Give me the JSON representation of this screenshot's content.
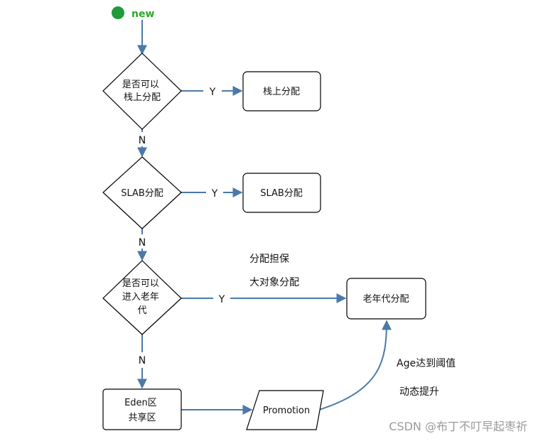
{
  "start": {
    "label": "new",
    "color": "#1f9b3a"
  },
  "decisions": {
    "stack": [
      "是否可以",
      "栈上分配"
    ],
    "slab": [
      "SLAB分配"
    ],
    "old": [
      "是否可以",
      "进入老年",
      "代"
    ]
  },
  "processes": {
    "stack_alloc": "栈上分配",
    "slab_alloc": "SLAB分配",
    "old_gen": "老年代分配",
    "eden": [
      "Eden区",
      "共享区"
    ]
  },
  "io": {
    "promotion": "Promotion"
  },
  "edge_labels": {
    "y1": "Y",
    "y2": "Y",
    "y3": "Y",
    "n1": "N",
    "n2": "N",
    "n3": "N"
  },
  "notes": {
    "guarantee": "分配担保",
    "large_object": "大对象分配",
    "age_threshold": "Age达到阈值",
    "dynamic_promotion": "动态提升"
  },
  "watermark": "CSDN @布丁不叮早起枣祈",
  "colors": {
    "edge": "#4a7aa8",
    "start": "#1f9b3a",
    "start_text": "#2aa72a",
    "watermark": "#9a9a9a"
  }
}
